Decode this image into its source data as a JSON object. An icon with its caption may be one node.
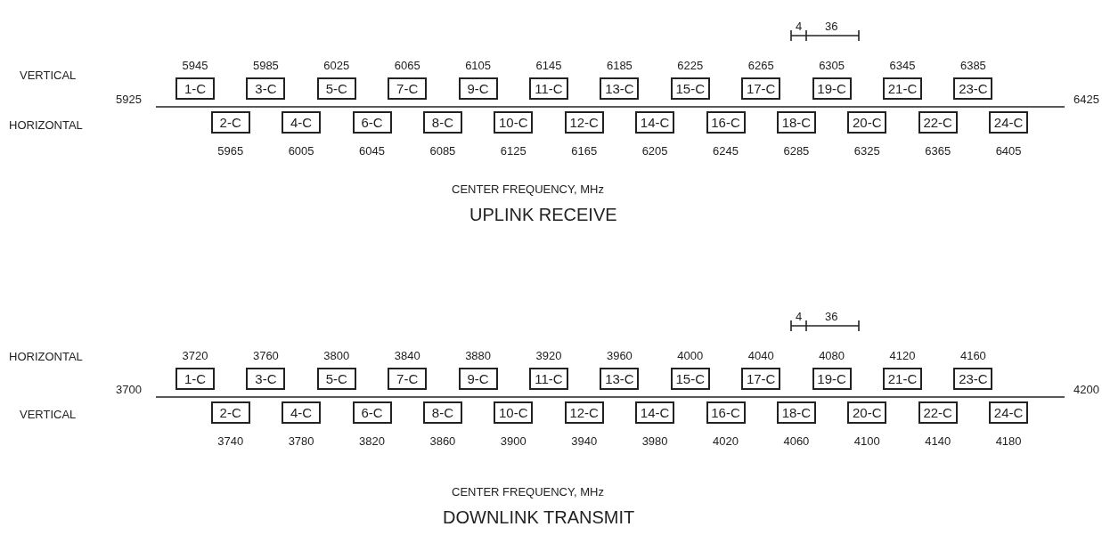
{
  "diagram": {
    "nodes": [
      {
        "text": [
          "1-C"
        ],
        "beside": [
          "5945"
        ]
      },
      {
        "text": [
          "2-C"
        ],
        "beside": [
          "5965"
        ]
      },
      {
        "text": [
          "3-C"
        ],
        "beside": [
          "5985"
        ]
      },
      {
        "text": [
          "4-C"
        ],
        "beside": [
          "6005"
        ]
      },
      {
        "text": [
          "5-C"
        ],
        "beside": [
          "6025"
        ]
      },
      {
        "text": [
          "6-C"
        ],
        "beside": [
          "6045"
        ]
      },
      {
        "text": [
          "7-C"
        ],
        "beside": [
          "6065"
        ]
      },
      {
        "text": [
          "8-C"
        ],
        "beside": [
          "6085"
        ]
      },
      {
        "text": [
          "9-C"
        ],
        "beside": [
          "6105"
        ]
      },
      {
        "text": [
          "10-C"
        ],
        "beside": [
          "6125"
        ]
      },
      {
        "text": [
          "11-C"
        ],
        "beside": [
          "6145"
        ]
      },
      {
        "text": [
          "12-C"
        ],
        "beside": [
          "6165"
        ]
      },
      {
        "text": [
          "13-C"
        ],
        "beside": [
          "6185"
        ]
      },
      {
        "text": [
          "14-C"
        ],
        "beside": [
          "6205"
        ]
      },
      {
        "text": [
          "15-C"
        ],
        "beside": [
          "6225"
        ]
      },
      {
        "text": [
          "16-C"
        ],
        "beside": [
          "6245"
        ]
      },
      {
        "text": [
          "17-C"
        ],
        "beside": [
          "6265"
        ]
      },
      {
        "text": [
          "18-C"
        ],
        "beside": [
          "6285"
        ]
      },
      {
        "text": [
          "19-C"
        ],
        "beside": [
          "6305"
        ]
      },
      {
        "text": [
          "20-C"
        ],
        "beside": [
          "6325"
        ]
      },
      {
        "text": [
          "21-C"
        ],
        "beside": [
          "6345"
        ]
      },
      {
        "text": [
          "22-C"
        ],
        "beside": [
          "6365"
        ]
      },
      {
        "text": [
          "23-C"
        ],
        "beside": [
          "6385"
        ]
      },
      {
        "text": [
          "24-C"
        ],
        "beside": [
          "6405"
        ]
      },
      {
        "text": [
          "1-C"
        ],
        "beside": [
          "3720"
        ]
      },
      {
        "text": [
          "2-C"
        ],
        "beside": [
          "3740"
        ]
      },
      {
        "text": [
          "3-C"
        ],
        "beside": [
          "3760"
        ]
      },
      {
        "text": [
          "4-C"
        ],
        "beside": [
          "3780"
        ]
      },
      {
        "text": [
          "5-C"
        ],
        "beside": [
          "3800"
        ]
      },
      {
        "text": [
          "6-C"
        ],
        "beside": [
          "3820"
        ]
      },
      {
        "text": [
          "7-C"
        ],
        "beside": [
          "3840"
        ]
      },
      {
        "text": [
          "8-C"
        ],
        "beside": [
          "3860"
        ]
      },
      {
        "text": [
          "9-C"
        ],
        "beside": [
          "3880"
        ]
      },
      {
        "text": [
          "10-C"
        ],
        "beside": [
          "3900"
        ]
      },
      {
        "text": [
          "11-C"
        ],
        "beside": [
          "3920"
        ]
      },
      {
        "text": [
          "12-C"
        ],
        "beside": [
          "3940"
        ]
      },
      {
        "text": [
          "13-C"
        ],
        "beside": [
          "3960"
        ]
      },
      {
        "text": [
          "14-C"
        ],
        "beside": [
          "3980"
        ]
      },
      {
        "text": [
          "15-C"
        ],
        "beside": [
          "4000"
        ]
      },
      {
        "text": [
          "16-C"
        ],
        "beside": [
          "4020"
        ]
      },
      {
        "text": [
          "17-C"
        ],
        "beside": [
          "4040"
        ]
      },
      {
        "text": [
          "18-C"
        ],
        "beside": [
          "4060"
        ]
      },
      {
        "text": [
          "19-C"
        ],
        "beside": [
          "4080"
        ]
      },
      {
        "text": [
          "20-C"
        ],
        "beside": [
          "4100"
        ]
      },
      {
        "text": [
          "21-C"
        ],
        "beside": [
          "4120"
        ]
      },
      {
        "text": [
          "22-C"
        ],
        "beside": [
          "4140"
        ]
      },
      {
        "text": [
          "23-C"
        ],
        "beside": [
          "4160"
        ]
      },
      {
        "text": [
          "24-C"
        ],
        "beside": [
          "4180"
        ]
      }
    ],
    "labels": [
      "4",
      "36",
      "VERTICAL",
      "5925",
      "6425",
      "HORIZONTAL",
      "CENTER FREQUENCY, MHz",
      "UPLINK RECEIVE",
      "4",
      "36",
      "HORIZONTAL",
      "3700",
      "4200",
      "VERTICAL",
      "CENTER FREQUENCY, MHz",
      "DOWNLINK TRANSMIT"
    ]
  }
}
